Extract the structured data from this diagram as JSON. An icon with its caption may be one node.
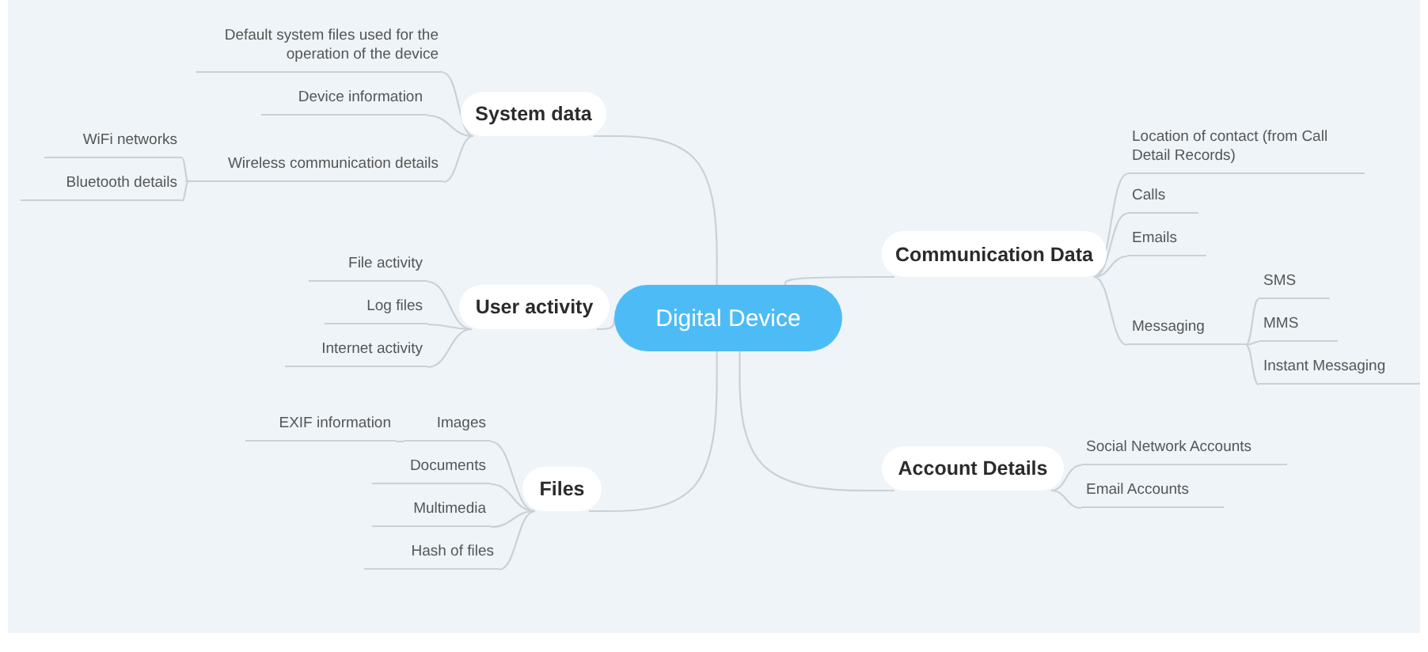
{
  "diagram": {
    "nodes": [
      {
        "text": [
          "Digital Device"
        ]
      },
      {
        "text": [
          "System data"
        ]
      },
      {
        "text": [
          "Default system files used for the operation of the device"
        ]
      },
      {
        "text": [
          "Device information"
        ]
      },
      {
        "text": [
          "Wireless communication details"
        ]
      },
      {
        "text": [
          "WiFi networks"
        ]
      },
      {
        "text": [
          "Bluetooth details"
        ]
      },
      {
        "text": [
          "User activity"
        ]
      },
      {
        "text": [
          "File activity"
        ]
      },
      {
        "text": [
          "Log files"
        ]
      },
      {
        "text": [
          "Internet activity"
        ]
      },
      {
        "text": [
          "Files"
        ]
      },
      {
        "text": [
          "Images"
        ]
      },
      {
        "text": [
          "EXIF information"
        ]
      },
      {
        "text": [
          "Documents"
        ]
      },
      {
        "text": [
          "Multimedia"
        ]
      },
      {
        "text": [
          "Hash of files"
        ]
      },
      {
        "text": [
          "Communication Data"
        ]
      },
      {
        "text": [
          "Location of contact (from Call Detail Records)"
        ]
      },
      {
        "text": [
          "Calls"
        ]
      },
      {
        "text": [
          "Emails"
        ]
      },
      {
        "text": [
          "Messaging"
        ]
      },
      {
        "text": [
          "SMS"
        ]
      },
      {
        "text": [
          "MMS"
        ]
      },
      {
        "text": [
          "Instant Messaging"
        ]
      },
      {
        "text": [
          "Account Details"
        ]
      },
      {
        "text": [
          "Social Network Accounts"
        ]
      },
      {
        "text": [
          "Email Accounts"
        ]
      }
    ],
    "edges": [
      {
        "from": 0,
        "to": 1,
        "arrow": "none"
      },
      {
        "from": 0,
        "to": 7,
        "arrow": "none"
      },
      {
        "from": 0,
        "to": 11,
        "arrow": "none"
      },
      {
        "from": 0,
        "to": 17,
        "arrow": "none"
      },
      {
        "from": 0,
        "to": 25,
        "arrow": "none"
      },
      {
        "from": 1,
        "to": 2,
        "arrow": "none"
      },
      {
        "from": 1,
        "to": 3,
        "arrow": "none"
      },
      {
        "from": 1,
        "to": 4,
        "arrow": "none"
      },
      {
        "from": 4,
        "to": 5,
        "arrow": "none"
      },
      {
        "from": 4,
        "to": 6,
        "arrow": "none"
      },
      {
        "from": 7,
        "to": 8,
        "arrow": "none"
      },
      {
        "from": 7,
        "to": 9,
        "arrow": "none"
      },
      {
        "from": 7,
        "to": 10,
        "arrow": "none"
      },
      {
        "from": 11,
        "to": 12,
        "arrow": "none"
      },
      {
        "from": 12,
        "to": 13,
        "arrow": "none"
      },
      {
        "from": 11,
        "to": 14,
        "arrow": "none"
      },
      {
        "from": 11,
        "to": 15,
        "arrow": "none"
      },
      {
        "from": 11,
        "to": 16,
        "arrow": "none"
      },
      {
        "from": 17,
        "to": 18,
        "arrow": "none"
      },
      {
        "from": 17,
        "to": 19,
        "arrow": "none"
      },
      {
        "from": 17,
        "to": 20,
        "arrow": "none"
      },
      {
        "from": 17,
        "to": 21,
        "arrow": "none"
      },
      {
        "from": 21,
        "to": 22,
        "arrow": "none"
      },
      {
        "from": 21,
        "to": 23,
        "arrow": "none"
      },
      {
        "from": 21,
        "to": 24,
        "arrow": "none"
      },
      {
        "from": 25,
        "to": 26,
        "arrow": "none"
      },
      {
        "from": 25,
        "to": 27,
        "arrow": "none"
      }
    ]
  }
}
